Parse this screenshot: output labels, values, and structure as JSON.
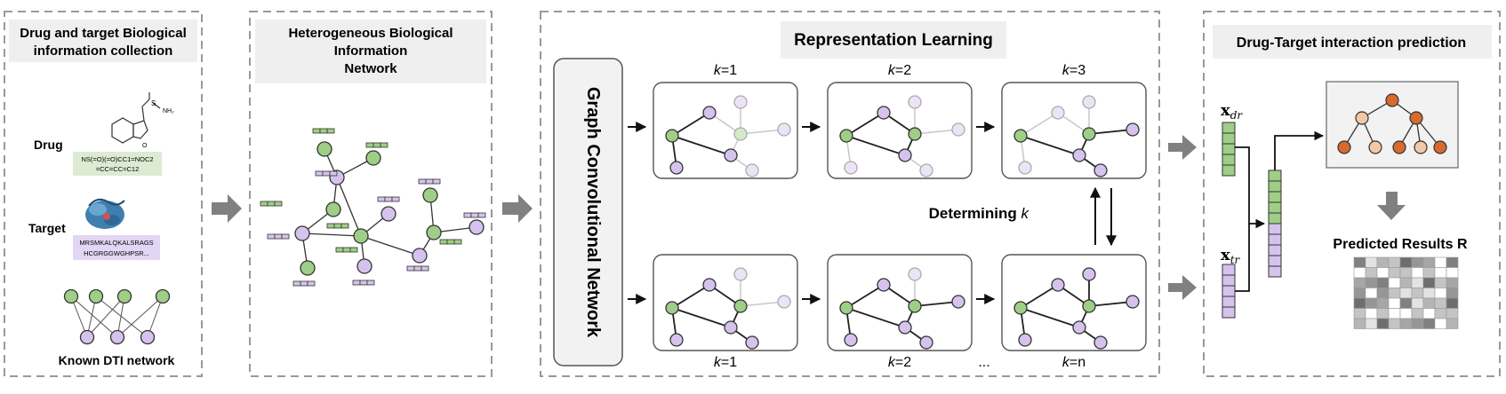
{
  "panel1": {
    "title_line1": "Drug and target Biological",
    "title_line2": "information collection",
    "drug_label": "Drug",
    "drug_smiles_line1": "NS(=O)(=O)CC1=NOC2",
    "drug_smiles_line2": "=CC=CC=C12",
    "target_label": "Target",
    "target_seq_line1": "MRSMKALQKALSRAGS",
    "target_seq_line2": "HCGRGGWGHPSR...",
    "network_label": "Known DTI network",
    "molecule_so2": "S",
    "molecule_o": "O",
    "molecule_nh2": "NH₂"
  },
  "panel2": {
    "title_line1": "Heterogeneous Biological",
    "title_line2": "Information",
    "title_line3": "Network"
  },
  "panel3": {
    "title": "Representation Learning",
    "gcn_label": "Graph Convolutional Network",
    "k_symbol": "k",
    "top_k": [
      "=1",
      "=2",
      "=3"
    ],
    "bottom_k": [
      "=1",
      "=2",
      "=n"
    ],
    "ellipsis": "...",
    "determining": "Determining "
  },
  "panel4": {
    "title": "Drug-Target interaction prediction",
    "x_symbol": "x",
    "x_dr_sub": "dr",
    "x_tr_sub": "tr",
    "result_label": "Predicted Results R"
  },
  "colors": {
    "drug_green": "#9fce86",
    "target_purple": "#d5c3ee",
    "tree_dark": "#d86a2c",
    "tree_light": "#f4c8a4",
    "arrow_gray": "#808080"
  }
}
